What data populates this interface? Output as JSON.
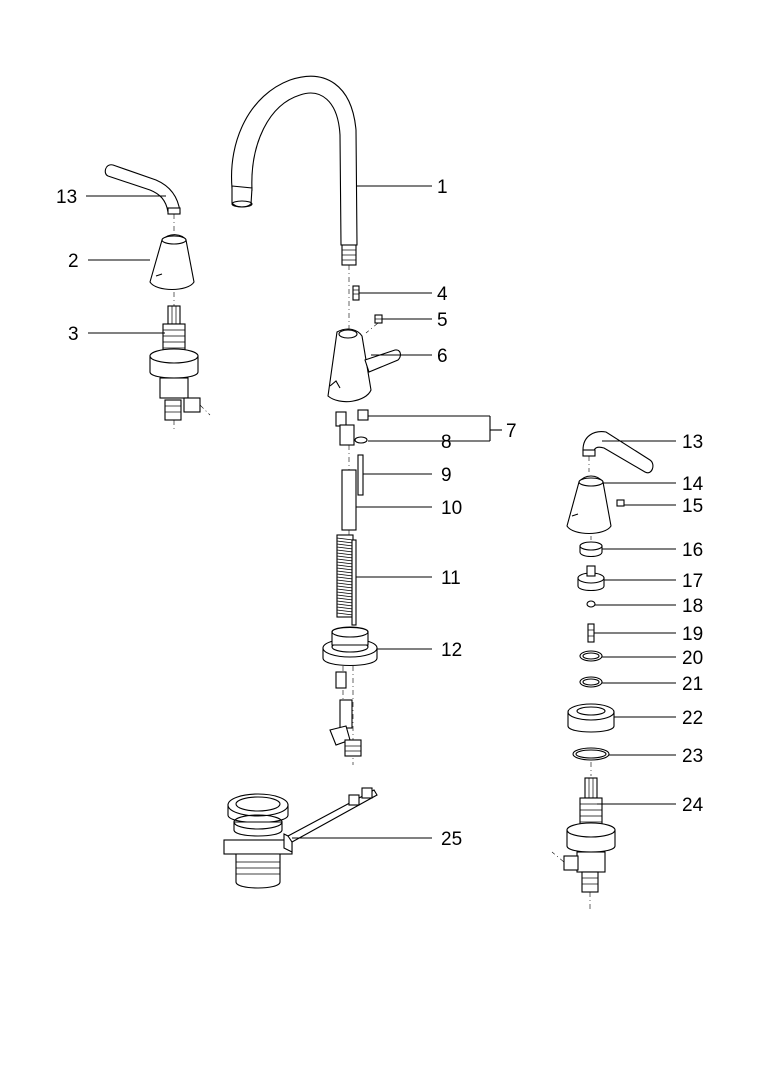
{
  "callouts": [
    {
      "id": "c1",
      "label": "1"
    },
    {
      "id": "c2",
      "label": "2"
    },
    {
      "id": "c3",
      "label": "3"
    },
    {
      "id": "c4",
      "label": "4"
    },
    {
      "id": "c5",
      "label": "5"
    },
    {
      "id": "c6",
      "label": "6"
    },
    {
      "id": "c7",
      "label": "7"
    },
    {
      "id": "c8",
      "label": "8"
    },
    {
      "id": "c9",
      "label": "9"
    },
    {
      "id": "c10",
      "label": "10"
    },
    {
      "id": "c11",
      "label": "11"
    },
    {
      "id": "c12",
      "label": "12"
    },
    {
      "id": "c13a",
      "label": "13"
    },
    {
      "id": "c13b",
      "label": "13"
    },
    {
      "id": "c14",
      "label": "14"
    },
    {
      "id": "c15",
      "label": "15"
    },
    {
      "id": "c16",
      "label": "16"
    },
    {
      "id": "c17",
      "label": "17"
    },
    {
      "id": "c18",
      "label": "18"
    },
    {
      "id": "c19",
      "label": "19"
    },
    {
      "id": "c20",
      "label": "20"
    },
    {
      "id": "c21",
      "label": "21"
    },
    {
      "id": "c22",
      "label": "22"
    },
    {
      "id": "c23",
      "label": "23"
    },
    {
      "id": "c24",
      "label": "24"
    },
    {
      "id": "c25",
      "label": "25"
    }
  ]
}
